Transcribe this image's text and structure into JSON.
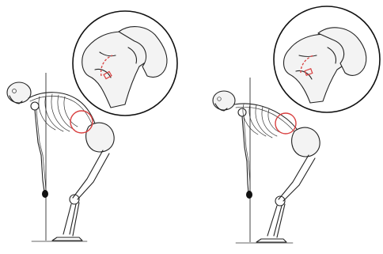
{
  "figure": {
    "panels": [
      {
        "id": "left",
        "posture": "flexed-spine"
      },
      {
        "id": "right",
        "posture": "neutral-spine"
      }
    ],
    "colors": {
      "line": "#222222",
      "accent": "#d94040",
      "background": "#ffffff"
    },
    "icons": [
      "vertebra-detail-icon",
      "skeleton-figure-icon",
      "highlight-circle-icon"
    ]
  }
}
